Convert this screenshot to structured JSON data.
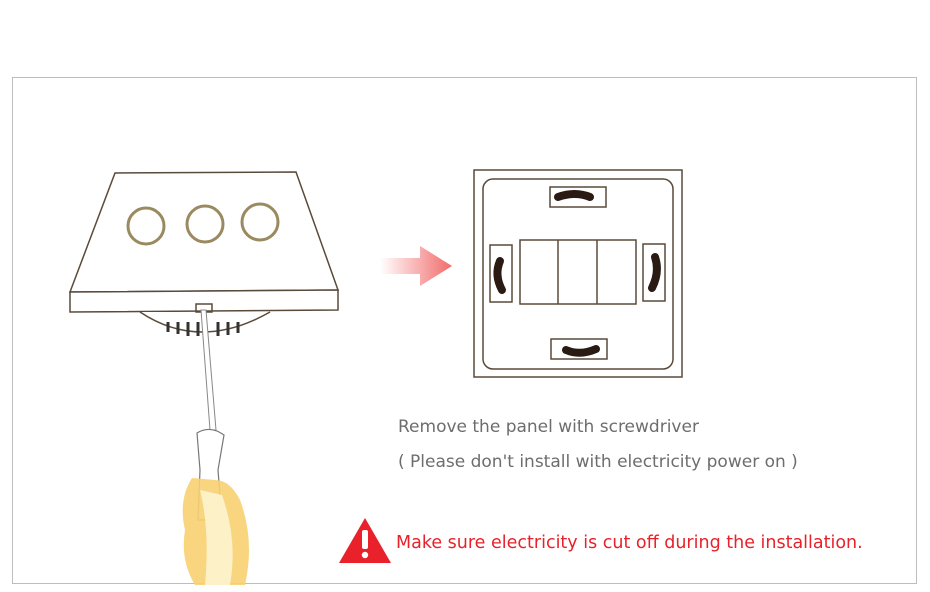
{
  "instructions": {
    "line1": "Remove the panel with screwdriver",
    "line2": "( Please don't install with electricity power on )"
  },
  "warning": {
    "icon": "warning-triangle-icon",
    "text": "Make sure electricity is cut off during the installation.",
    "color": "#e8212a"
  },
  "colors": {
    "line": "#5a4a3a",
    "button_ring": "#9a8a60",
    "arrow": "#f26b6b",
    "text": "#6d6d6d"
  }
}
